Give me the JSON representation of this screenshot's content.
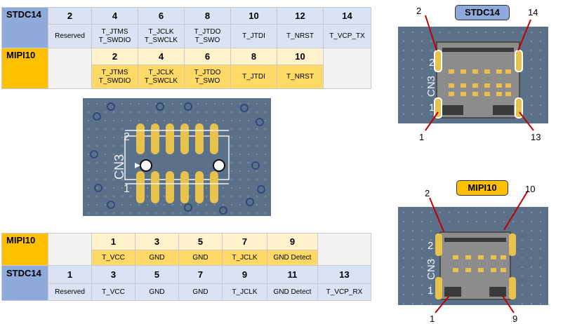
{
  "top_table": {
    "row1_label": "STDC14",
    "row1_pins": [
      "2",
      "4",
      "6",
      "8",
      "10",
      "12",
      "14"
    ],
    "row1_signals": [
      [
        "Reserved"
      ],
      [
        "T_JTMS",
        "T_SWDIO"
      ],
      [
        "T_JCLK",
        "T_SWCLK"
      ],
      [
        "T_JTDO",
        "T_SWO"
      ],
      [
        "T_JTDI"
      ],
      [
        "T_NRST"
      ],
      [
        "T_VCP_TX"
      ]
    ],
    "row2_label": "MIPI10",
    "row2_pins": [
      "2",
      "4",
      "6",
      "8",
      "10"
    ],
    "row2_signals": [
      [
        "T_JTMS",
        "T_SWDIO"
      ],
      [
        "T_JCLK",
        "T_SWCLK"
      ],
      [
        "T_JTDO",
        "T_SWO"
      ],
      [
        "T_JTDI"
      ],
      [
        "T_NRST"
      ]
    ]
  },
  "bottom_table": {
    "row1_label": "MIPI10",
    "row1_pins": [
      "1",
      "3",
      "5",
      "7",
      "9"
    ],
    "row1_signals": [
      "T_VCC",
      "GND",
      "GND",
      "T_JCLK",
      "GND Detect"
    ],
    "row2_label": "STDC14",
    "row2_pins": [
      "1",
      "3",
      "5",
      "7",
      "9",
      "11",
      "13"
    ],
    "row2_signals": [
      "Reserved",
      "T_VCC",
      "GND",
      "GND",
      "T_JCLK",
      "GND Detect",
      "T_VCP_RX"
    ]
  },
  "footprint": {
    "ref": "CN3",
    "row_top": "2",
    "row_bottom": "1"
  },
  "stdc_photo": {
    "title": "STDC14",
    "label_tl": "2",
    "label_tr": "14",
    "label_bl": "1",
    "label_br": "13",
    "silk": "CN3",
    "silk_pin": "2",
    "silk_pin1": "1"
  },
  "mipi_photo": {
    "title": "MIPI10",
    "label_tl": "2",
    "label_tr": "10",
    "label_bl": "1",
    "label_br": "9",
    "silk": "CN3",
    "silk_pin": "2",
    "silk_pin1": "1"
  },
  "colors": {
    "pcb": "#5a7189",
    "pad": "#e8c24a",
    "stdc": "#8eaadb",
    "mipi": "#ffc000",
    "callout": "#c00000"
  }
}
